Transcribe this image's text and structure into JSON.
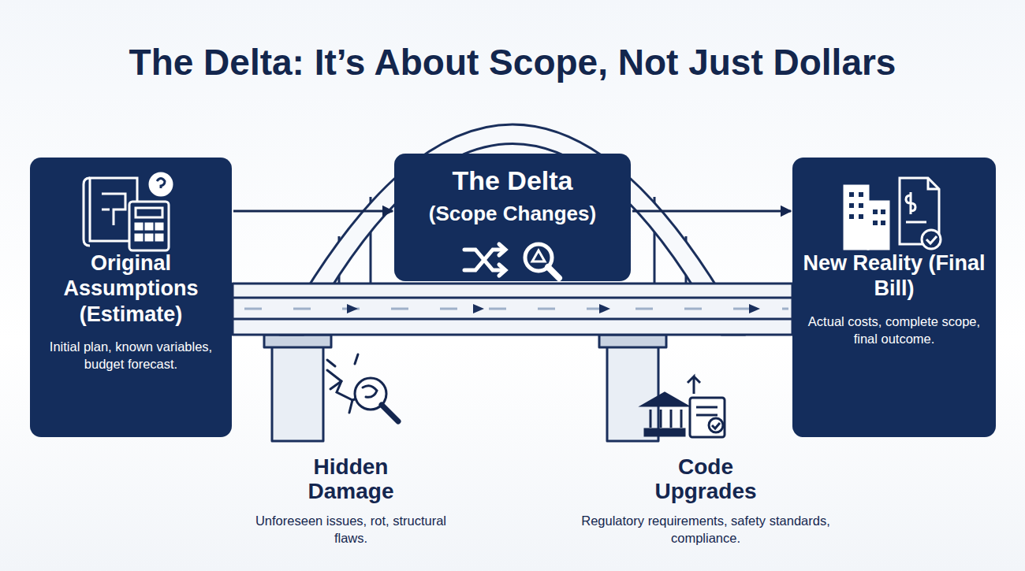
{
  "diagram": {
    "title": "The Delta: It’s About Scope, Not Just Dollars",
    "nodes": [
      {
        "text": [
          "Original Assumptions (Estimate)",
          "Initial plan, known variables, budget forecast."
        ]
      },
      {
        "text": [
          "The Delta",
          "(Scope Changes)"
        ]
      },
      {
        "text": [
          "New Reality (Final Bill)",
          "Actual costs, complete scope, final outcome."
        ]
      }
    ],
    "edges": [
      {
        "from": 0,
        "to": 1,
        "arrow": "to"
      },
      {
        "from": 1,
        "to": 2,
        "arrow": "to"
      }
    ],
    "labels": [
      "Hidden Damage",
      "Unforeseen issues, rot, structural flaws.",
      "Code Upgrades",
      "Regulatory requirements, safety standards, compliance."
    ]
  }
}
